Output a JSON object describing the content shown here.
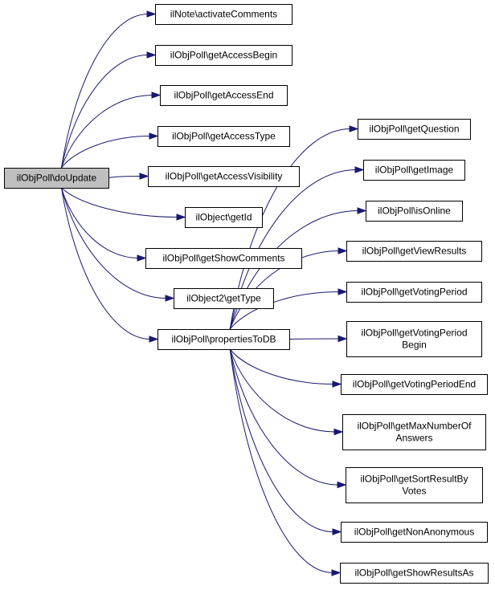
{
  "diagram": {
    "edge_color": "#191970",
    "root_fill": "#bfbfbf",
    "nodes": [
      {
        "id": "root",
        "lines": [
          "ilObjPoll\\doUpdate"
        ]
      },
      {
        "id": "n1",
        "lines": [
          "ilNote\\activateComments"
        ]
      },
      {
        "id": "n2",
        "lines": [
          "ilObjPoll\\getAccessBegin"
        ]
      },
      {
        "id": "n3",
        "lines": [
          "ilObjPoll\\getAccessEnd"
        ]
      },
      {
        "id": "n4",
        "lines": [
          "ilObjPoll\\getAccessType"
        ]
      },
      {
        "id": "n5",
        "lines": [
          "ilObjPoll\\getAccessVisibility"
        ]
      },
      {
        "id": "n6",
        "lines": [
          "ilObject\\getId"
        ]
      },
      {
        "id": "n7",
        "lines": [
          "ilObjPoll\\getShowComments"
        ]
      },
      {
        "id": "n8",
        "lines": [
          "ilObject2\\getType"
        ]
      },
      {
        "id": "n9",
        "lines": [
          "ilObjPoll\\propertiesToDB"
        ]
      },
      {
        "id": "m1",
        "lines": [
          "ilObjPoll\\getQuestion"
        ]
      },
      {
        "id": "m2",
        "lines": [
          "ilObjPoll\\getImage"
        ]
      },
      {
        "id": "m3",
        "lines": [
          "ilObjPoll\\isOnline"
        ]
      },
      {
        "id": "m4",
        "lines": [
          "ilObjPoll\\getViewResults"
        ]
      },
      {
        "id": "m5",
        "lines": [
          "ilObjPoll\\getVotingPeriod"
        ]
      },
      {
        "id": "m6",
        "lines": [
          "ilObjPoll\\getVotingPeriod",
          "Begin"
        ]
      },
      {
        "id": "m7",
        "lines": [
          "ilObjPoll\\getVotingPeriodEnd"
        ]
      },
      {
        "id": "m8",
        "lines": [
          "ilObjPoll\\getMaxNumberOf",
          "Answers"
        ]
      },
      {
        "id": "m9",
        "lines": [
          "ilObjPoll\\getSortResultBy",
          "Votes"
        ]
      },
      {
        "id": "m10",
        "lines": [
          "ilObjPoll\\getNonAnonymous"
        ]
      },
      {
        "id": "m11",
        "lines": [
          "ilObjPoll\\getShowResultsAs"
        ]
      }
    ],
    "edges": [
      [
        "root",
        "n1"
      ],
      [
        "root",
        "n2"
      ],
      [
        "root",
        "n3"
      ],
      [
        "root",
        "n4"
      ],
      [
        "root",
        "n5"
      ],
      [
        "root",
        "n6"
      ],
      [
        "root",
        "n7"
      ],
      [
        "root",
        "n8"
      ],
      [
        "root",
        "n9"
      ],
      [
        "n9",
        "m1"
      ],
      [
        "n9",
        "m2"
      ],
      [
        "n9",
        "m3"
      ],
      [
        "n9",
        "m4"
      ],
      [
        "n9",
        "m5"
      ],
      [
        "n9",
        "m6"
      ],
      [
        "n9",
        "m7"
      ],
      [
        "n9",
        "m8"
      ],
      [
        "n9",
        "m9"
      ],
      [
        "n9",
        "m10"
      ],
      [
        "n9",
        "m11"
      ]
    ]
  }
}
